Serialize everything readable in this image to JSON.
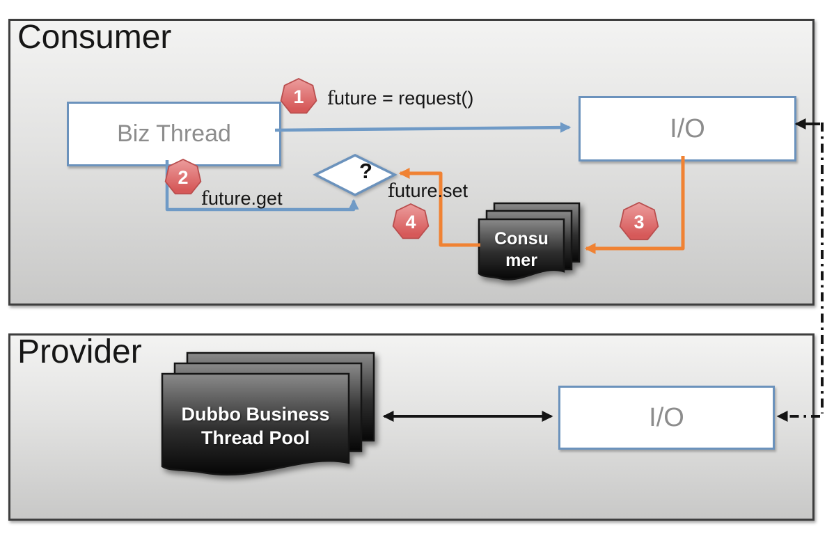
{
  "colors": {
    "accent-blue": "#6b92bc",
    "arrow-blue": "#6f9ac6",
    "arrow-orange": "#f08233",
    "badge-red-light": "#eb9b9b",
    "badge-red": "#d65959",
    "badge-border": "#b94e4e",
    "box-text-gray": "#8c8c8c",
    "card-top": "#8a8a8a",
    "card-mid": "#2e2e2e",
    "card-bottom": "#060606"
  },
  "consumer": {
    "title": "Consumer",
    "biz_thread_label": "Biz Thread",
    "io_label": "I/O",
    "decision_label": "?",
    "worker_card_label": "Consumer",
    "steps": [
      {
        "number": "1",
        "label": "future = request()"
      },
      {
        "number": "2",
        "label": "future.get"
      },
      {
        "number": "3",
        "label": ""
      },
      {
        "number": "4",
        "label": "future.set"
      }
    ]
  },
  "provider": {
    "title": "Provider",
    "thread_pool_label": "Dubbo Business Thread Pool",
    "io_label": "I/O"
  }
}
